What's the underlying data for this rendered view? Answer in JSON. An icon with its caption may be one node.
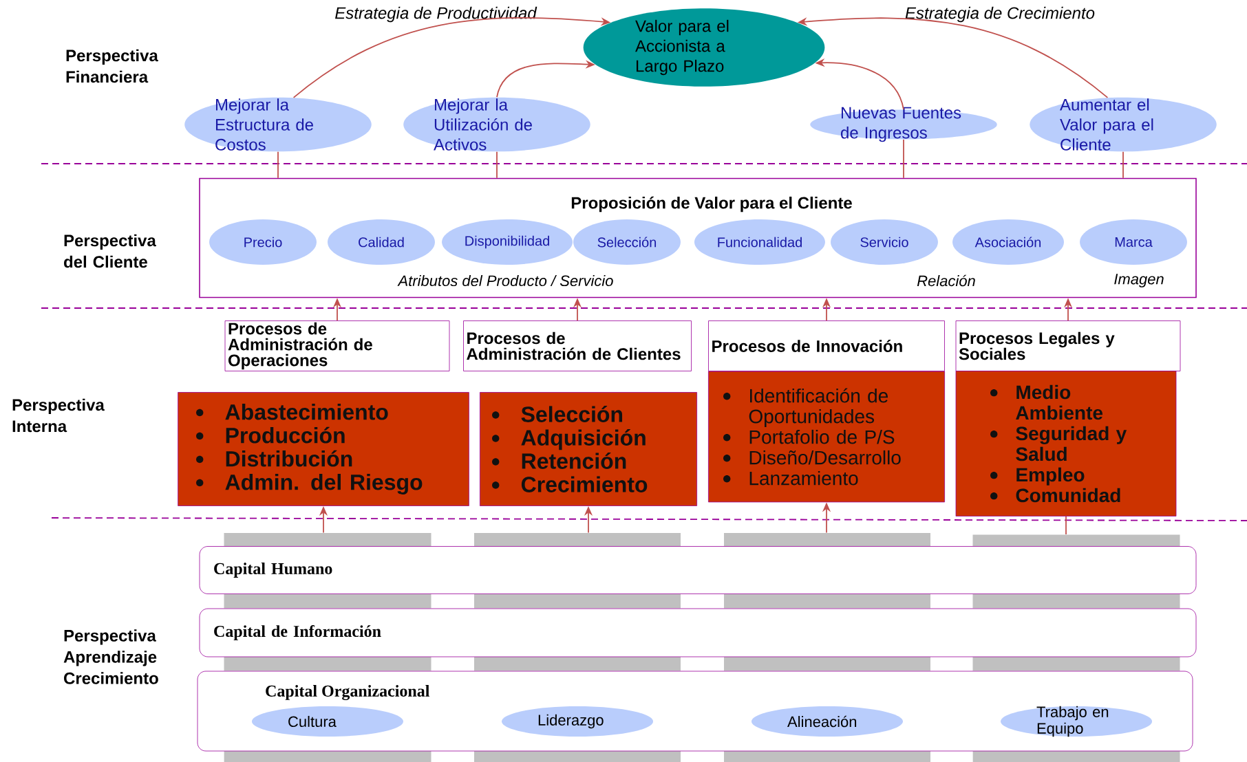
{
  "diagram": {
    "nodes": [
      {
        "text": [
          "Valor para el Accionista a Largo Plazo"
        ]
      },
      {
        "text": [
          "Mejorar la Estructura de Costos"
        ]
      },
      {
        "text": [
          "Mejorar la Utilización de Activos"
        ]
      },
      {
        "text": [
          "Nuevas Fuentes de Ingresos"
        ]
      },
      {
        "text": [
          "Aumentar el Valor para el Cliente"
        ]
      },
      {
        "text": [
          "Proposición de Valor para el Cliente",
          "Atributos del Producto / Servicio",
          "Relación",
          "Imagen"
        ]
      },
      {
        "text": [
          "Precio"
        ],
        "in": 5
      },
      {
        "text": [
          "Calidad"
        ],
        "in": 5
      },
      {
        "text": [
          "Disponibilidad"
        ],
        "in": 5
      },
      {
        "text": [
          "Selección"
        ],
        "in": 5
      },
      {
        "text": [
          "Funcionalidad"
        ],
        "in": 5
      },
      {
        "text": [
          "Servicio"
        ],
        "in": 5
      },
      {
        "text": [
          "Asociación"
        ],
        "in": 5
      },
      {
        "text": [
          "Marca"
        ],
        "in": 5
      },
      {
        "text": [
          "Procesos de Administración de Operaciones"
        ]
      },
      {
        "text": [
          "Abastecimiento",
          "Producción",
          "Distribución",
          "Admin. del Riesgo"
        ]
      },
      {
        "text": [
          "Procesos de Administración de Clientes"
        ]
      },
      {
        "text": [
          "Selección",
          "Adquisición",
          "Retención",
          "Crecimiento"
        ]
      },
      {
        "text": [
          "Procesos de Innovación"
        ]
      },
      {
        "text": [
          "Identificación de Oportunidades",
          "Portafolio de P/S",
          "Diseño/Desarrollo",
          "Lanzamiento"
        ]
      },
      {
        "text": [
          "Procesos Legales y Sociales"
        ]
      },
      {
        "text": [
          "Medio Ambiente",
          "Seguridad y Salud",
          "Empleo",
          "Comunidad"
        ]
      },
      {
        "text": [],
        "shape": "bar"
      },
      {
        "text": [],
        "shape": "bar"
      },
      {
        "text": [],
        "shape": "bar"
      },
      {
        "text": [],
        "shape": "bar"
      },
      {
        "text": [
          "Capital Humano"
        ]
      },
      {
        "text": [
          "Capital de Información"
        ]
      },
      {
        "text": [
          "Capital Organizacional"
        ]
      },
      {
        "text": [
          "Cultura"
        ],
        "in": 28
      },
      {
        "text": [
          "Liderazgo"
        ],
        "in": 28
      },
      {
        "text": [
          "Alineación"
        ],
        "in": 28
      },
      {
        "text": [
          "Trabajo en Equipo"
        ],
        "in": 28
      },
      {
        "text": [],
        "shape": "bar"
      },
      {
        "text": [],
        "shape": "bar"
      },
      {
        "text": [],
        "shape": "bar"
      },
      {
        "text": [],
        "shape": "bar"
      },
      {
        "text": [],
        "shape": "bar"
      },
      {
        "text": [],
        "shape": "bar"
      },
      {
        "text": [],
        "shape": "bar"
      },
      {
        "text": [],
        "shape": "bar"
      },
      {
        "text": [],
        "shape": "bar"
      },
      {
        "text": [],
        "shape": "bar"
      },
      {
        "text": [],
        "shape": "bar"
      },
      {
        "text": [],
        "shape": "bar"
      }
    ],
    "edges": [
      {
        "from": 1,
        "to": 0,
        "arrow": "to"
      },
      {
        "from": 2,
        "to": 0,
        "arrow": "to"
      },
      {
        "from": 3,
        "to": 0,
        "arrow": "to"
      },
      {
        "from": 4,
        "to": 0,
        "arrow": "to"
      },
      {
        "from": 5,
        "to": 1,
        "arrow": "none"
      },
      {
        "from": 5,
        "to": 2,
        "arrow": "none"
      },
      {
        "from": 5,
        "to": 3,
        "arrow": "none"
      },
      {
        "from": 5,
        "to": 4,
        "arrow": "none"
      },
      {
        "from": 14,
        "to": 5,
        "arrow": "to"
      },
      {
        "from": 16,
        "to": 5,
        "arrow": "to"
      },
      {
        "from": 18,
        "to": 5,
        "arrow": "to"
      },
      {
        "from": 20,
        "to": 5,
        "arrow": "to"
      },
      {
        "from": 22,
        "to": 15,
        "arrow": "to"
      },
      {
        "from": 23,
        "to": 17,
        "arrow": "to"
      },
      {
        "from": 24,
        "to": 19,
        "arrow": "to"
      },
      {
        "from": 25,
        "to": 21,
        "arrow": "none"
      }
    ],
    "labels": [
      "Estrategia de Productividad",
      "Estrategia de Crecimiento",
      "Perspectiva Financiera",
      "Perspectiva del Cliente",
      "Perspectiva Interna",
      "Perspectiva Aprendizaje Crecimiento"
    ]
  }
}
